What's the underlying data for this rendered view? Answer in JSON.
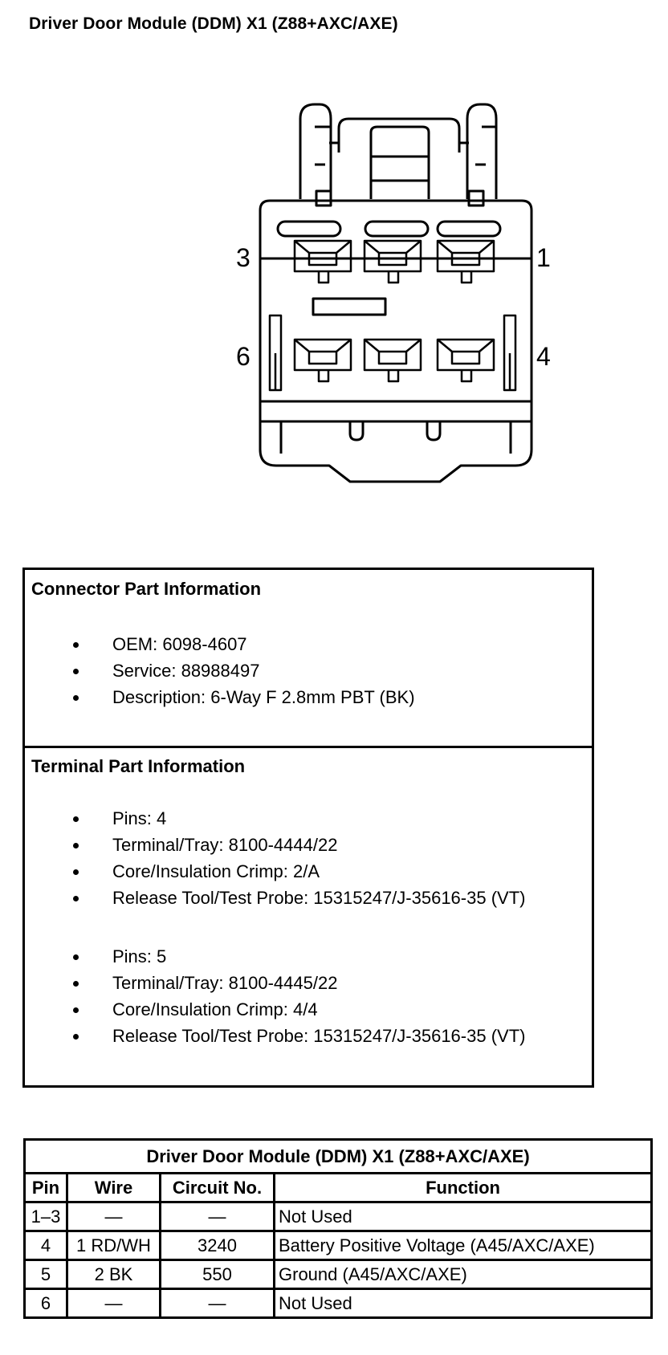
{
  "title": "Driver Door Module (DDM) X1 (Z88+AXC/AXE)",
  "diagram": {
    "pin_labels": {
      "p1": "1",
      "p3": "3",
      "p4": "4",
      "p6": "6"
    }
  },
  "connector_info": {
    "heading": "Connector Part Information",
    "items": [
      "OEM: 6098-4607",
      "Service: 88988497",
      "Description: 6-Way F 2.8mm PBT (BK)"
    ]
  },
  "terminal_info": {
    "heading": "Terminal Part Information",
    "groups": [
      {
        "items": [
          "Pins: 4",
          "Terminal/Tray: 8100-4444/22",
          "Core/Insulation Crimp: 2/A",
          "Release Tool/Test Probe: 15315247/J-35616-35 (VT)"
        ]
      },
      {
        "items": [
          "Pins: 5",
          "Terminal/Tray: 8100-4445/22",
          "Core/Insulation Crimp: 4/4",
          "Release Tool/Test Probe: 15315247/J-35616-35 (VT)"
        ]
      }
    ]
  },
  "pin_table": {
    "title": "Driver Door Module (DDM) X1 (Z88+AXC/AXE)",
    "headers": [
      "Pin",
      "Wire",
      "Circuit No.",
      "Function"
    ],
    "rows": [
      [
        "1–3",
        "—",
        "—",
        "Not Used"
      ],
      [
        "4",
        "1 RD/WH",
        "3240",
        "Battery Positive Voltage (A45/AXC/AXE)"
      ],
      [
        "5",
        "2 BK",
        "550",
        "Ground (A45/AXC/AXE)"
      ],
      [
        "6",
        "—",
        "—",
        "Not Used"
      ]
    ]
  }
}
